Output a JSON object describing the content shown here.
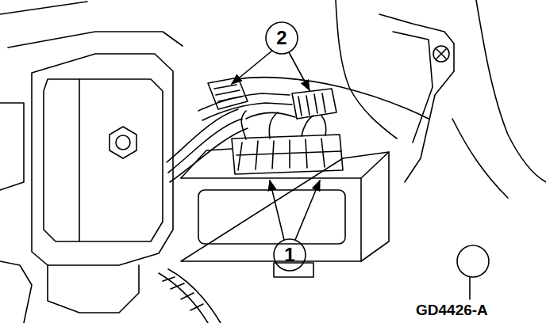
{
  "diagram": {
    "labels": [
      "2",
      "1",
      "GD4426-A"
    ]
  }
}
